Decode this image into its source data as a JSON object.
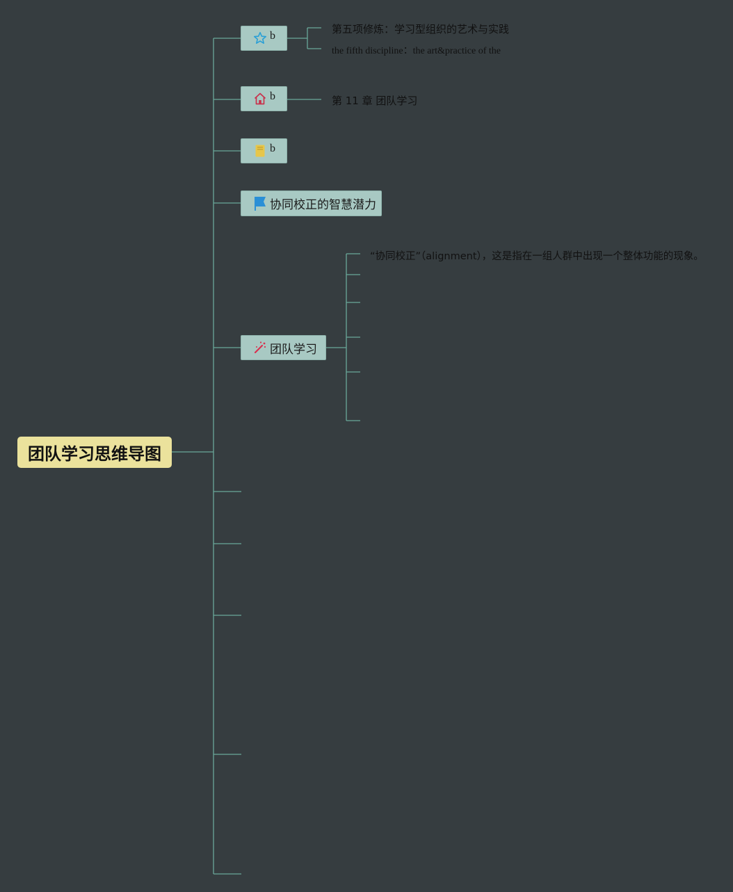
{
  "root": {
    "label": "团队学习思维导图"
  },
  "branches": [
    {
      "icon": "star-icon",
      "label": "b",
      "children": [
        "第五项修炼：学习型组织的艺术与实践",
        "the fifth discipline：the art&practice of the"
      ]
    },
    {
      "icon": "house-icon",
      "label": "b",
      "children": [
        "第 11 章 团队学习"
      ]
    },
    {
      "icon": "book-icon",
      "label": "b",
      "children": []
    },
    {
      "icon": "flag-icon",
      "label": "协同校正的智慧潜力",
      "children": []
    },
    {
      "icon": "magic-wand-icon",
      "label": "团队学习",
      "children": [
        "“协同校正”（alignment），这是指在一组人群中出现一个整体功能的现象。",
        "",
        "",
        "",
        "",
        ""
      ]
    },
    {
      "label": "",
      "children": []
    },
    {
      "label": "",
      "children": []
    },
    {
      "label": "",
      "children": []
    },
    {
      "label": "",
      "children": []
    },
    {
      "label": "",
      "children": []
    }
  ],
  "colors": {
    "background": "#363d40",
    "connector": "#6aa89a",
    "root_fill": "#ebe29c",
    "node_fill": "#a8c9c3",
    "star": "#2a9fd6",
    "house": "#c8324c",
    "book": "#e7c64a",
    "flag": "#2a8fd6",
    "wand": "#d9304f"
  }
}
